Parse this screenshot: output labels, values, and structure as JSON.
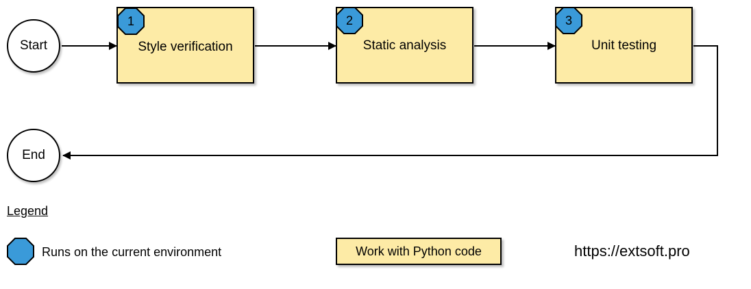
{
  "flow": {
    "start_label": "Start",
    "end_label": "End",
    "steps": [
      {
        "number": "1",
        "label": "Style verification"
      },
      {
        "number": "2",
        "label": "Static analysis"
      },
      {
        "number": "3",
        "label": "Unit testing"
      }
    ]
  },
  "legend": {
    "title": "Legend",
    "badge_meaning": "Runs on the current environment",
    "box_meaning": "Work with Python code"
  },
  "website": "https://extsoft.pro",
  "colors": {
    "step_fill": "#fdeba6",
    "badge_fill": "#3a9ad9",
    "stroke": "#000000"
  }
}
